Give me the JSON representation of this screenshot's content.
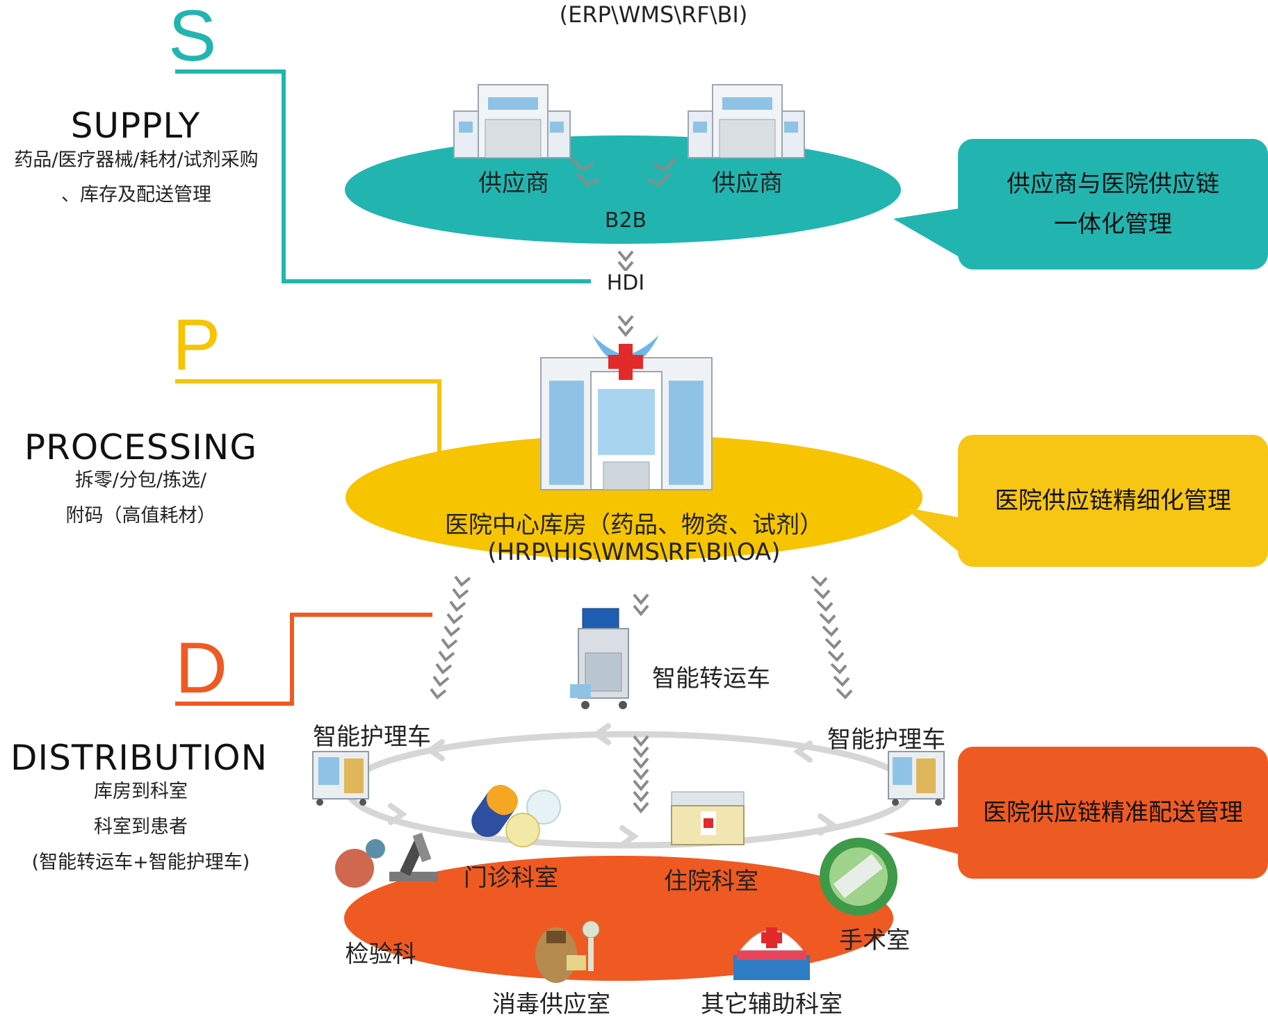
{
  "top_systems": "(ERP\\WMS\\RF\\BI)",
  "supply": {
    "letter": "S",
    "title": "SUPPLY",
    "desc_line1": "药品/医疗器械/耗材/试剂采购",
    "desc_line2": "、库存及配送管理",
    "supplier_left": "供应商",
    "supplier_right": "供应商",
    "b2b": "B2B",
    "hdi": "HDI",
    "callout_line1": "供应商与医院供应链",
    "callout_line2": "一体化管理"
  },
  "processing": {
    "letter": "P",
    "title": "PROCESSING",
    "desc_line1": "拆零/分包/拣选/",
    "desc_line2": "附码（高值耗材）",
    "center_label": "医院中心库房（药品、物资、试剂）",
    "systems": "(HRP\\HIS\\WMS\\RF\\BI\\OA)",
    "callout": "医院供应链精细化管理"
  },
  "distribution": {
    "letter": "D",
    "title": "DISTRIBUTION",
    "desc_line1": "库房到科室",
    "desc_line2": "科室到患者",
    "desc_line3": "(智能转运车+智能护理车)",
    "transfer_cart": "智能转运车",
    "nursing_cart_left": "智能护理车",
    "nursing_cart_right": "智能护理车",
    "outpatient": "门诊科室",
    "inpatient": "住院科室",
    "lab": "检验科",
    "surgery": "手术室",
    "sterilization": "消毒供应室",
    "other": "其它辅助科室",
    "callout": "医院供应链精准配送管理"
  },
  "colors": {
    "supply": "#22b5b0",
    "processing": "#f6c400",
    "distribution": "#ef5a22",
    "callout_supply": "#22b5b0",
    "callout_processing": "#f7c513",
    "callout_distribution": "#ee5b22",
    "ring": "#d9d9d9",
    "arrow": "#8a8a8a"
  },
  "icons": [
    "building-icon",
    "hospital-icon",
    "eagle-cross-icon",
    "cart-icon",
    "pills-icon",
    "bed-icon",
    "microscope-icon",
    "herb-pot-icon",
    "nurse-cap-icon",
    "surgery-light-icon"
  ]
}
